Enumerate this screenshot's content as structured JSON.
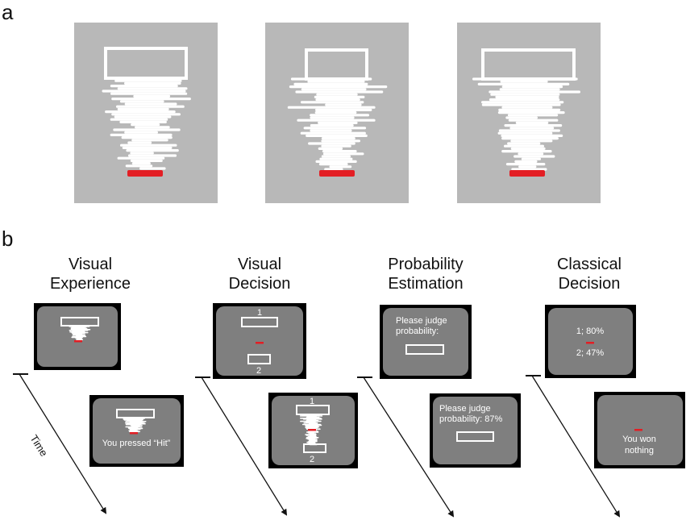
{
  "panel_a": {
    "label": "a"
  },
  "panel_b": {
    "label": "b",
    "time_label": "Time",
    "conditions": [
      {
        "title_line1": "Visual",
        "title_line2": "Experience",
        "screen1": {},
        "screen2": {
          "text": "You pressed “Hit”"
        }
      },
      {
        "title_line1": "Visual",
        "title_line2": "Decision",
        "screen1": {
          "label_top": "1",
          "label_bottom": "2"
        },
        "screen2": {
          "label_top": "1",
          "label_bottom": "2"
        }
      },
      {
        "title_line1": "Probability",
        "title_line2": "Estimation",
        "screen1": {
          "line1": "Please judge",
          "line2": "probability:"
        },
        "screen2": {
          "line1": "Please judge",
          "line2": "probability: 87%"
        }
      },
      {
        "title_line1": "Classical",
        "title_line2": "Decision",
        "screen1": {
          "line1": "1; 80%",
          "line2": "2; 47%"
        },
        "screen2": {
          "line1": "You won",
          "line2": "nothing"
        }
      }
    ]
  },
  "colors": {
    "stimulus_bg": "#b8b8b8",
    "screen_frame": "#000000",
    "screen_bg": "#7f7f7f",
    "noise": "#ffffff",
    "marker": "#e31e24"
  }
}
